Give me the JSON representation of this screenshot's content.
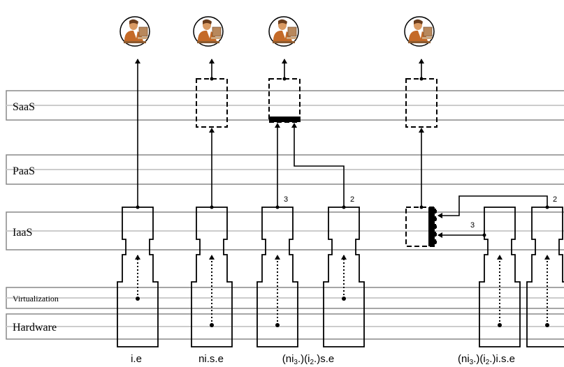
{
  "layers": [
    {
      "label": "SaaS"
    },
    {
      "label": "PaaS"
    },
    {
      "label": "IaaS"
    },
    {
      "label": "Virtualization"
    },
    {
      "label": "Hardware"
    }
  ],
  "scenario_captions": [
    {
      "main": "i.e"
    },
    {
      "main": "ni.s.e"
    },
    {
      "pre": "(ni",
      "sub1": "3",
      "mid": ".)(i",
      "sub2": "2",
      "post": ".)s.e"
    },
    {
      "pre": "(ni",
      "sub1": "3",
      "mid": ".)(i",
      "sub2": "2",
      "post": ".)i.s.e"
    }
  ],
  "port_labels": [
    {
      "text": "3"
    },
    {
      "text": "2"
    },
    {
      "text": "3"
    },
    {
      "text": "2"
    }
  ],
  "icons": {
    "user": "user-at-computer-icon"
  },
  "colors": {
    "layer_border": "#888888",
    "stroke": "#000000",
    "background": "#ffffff"
  }
}
